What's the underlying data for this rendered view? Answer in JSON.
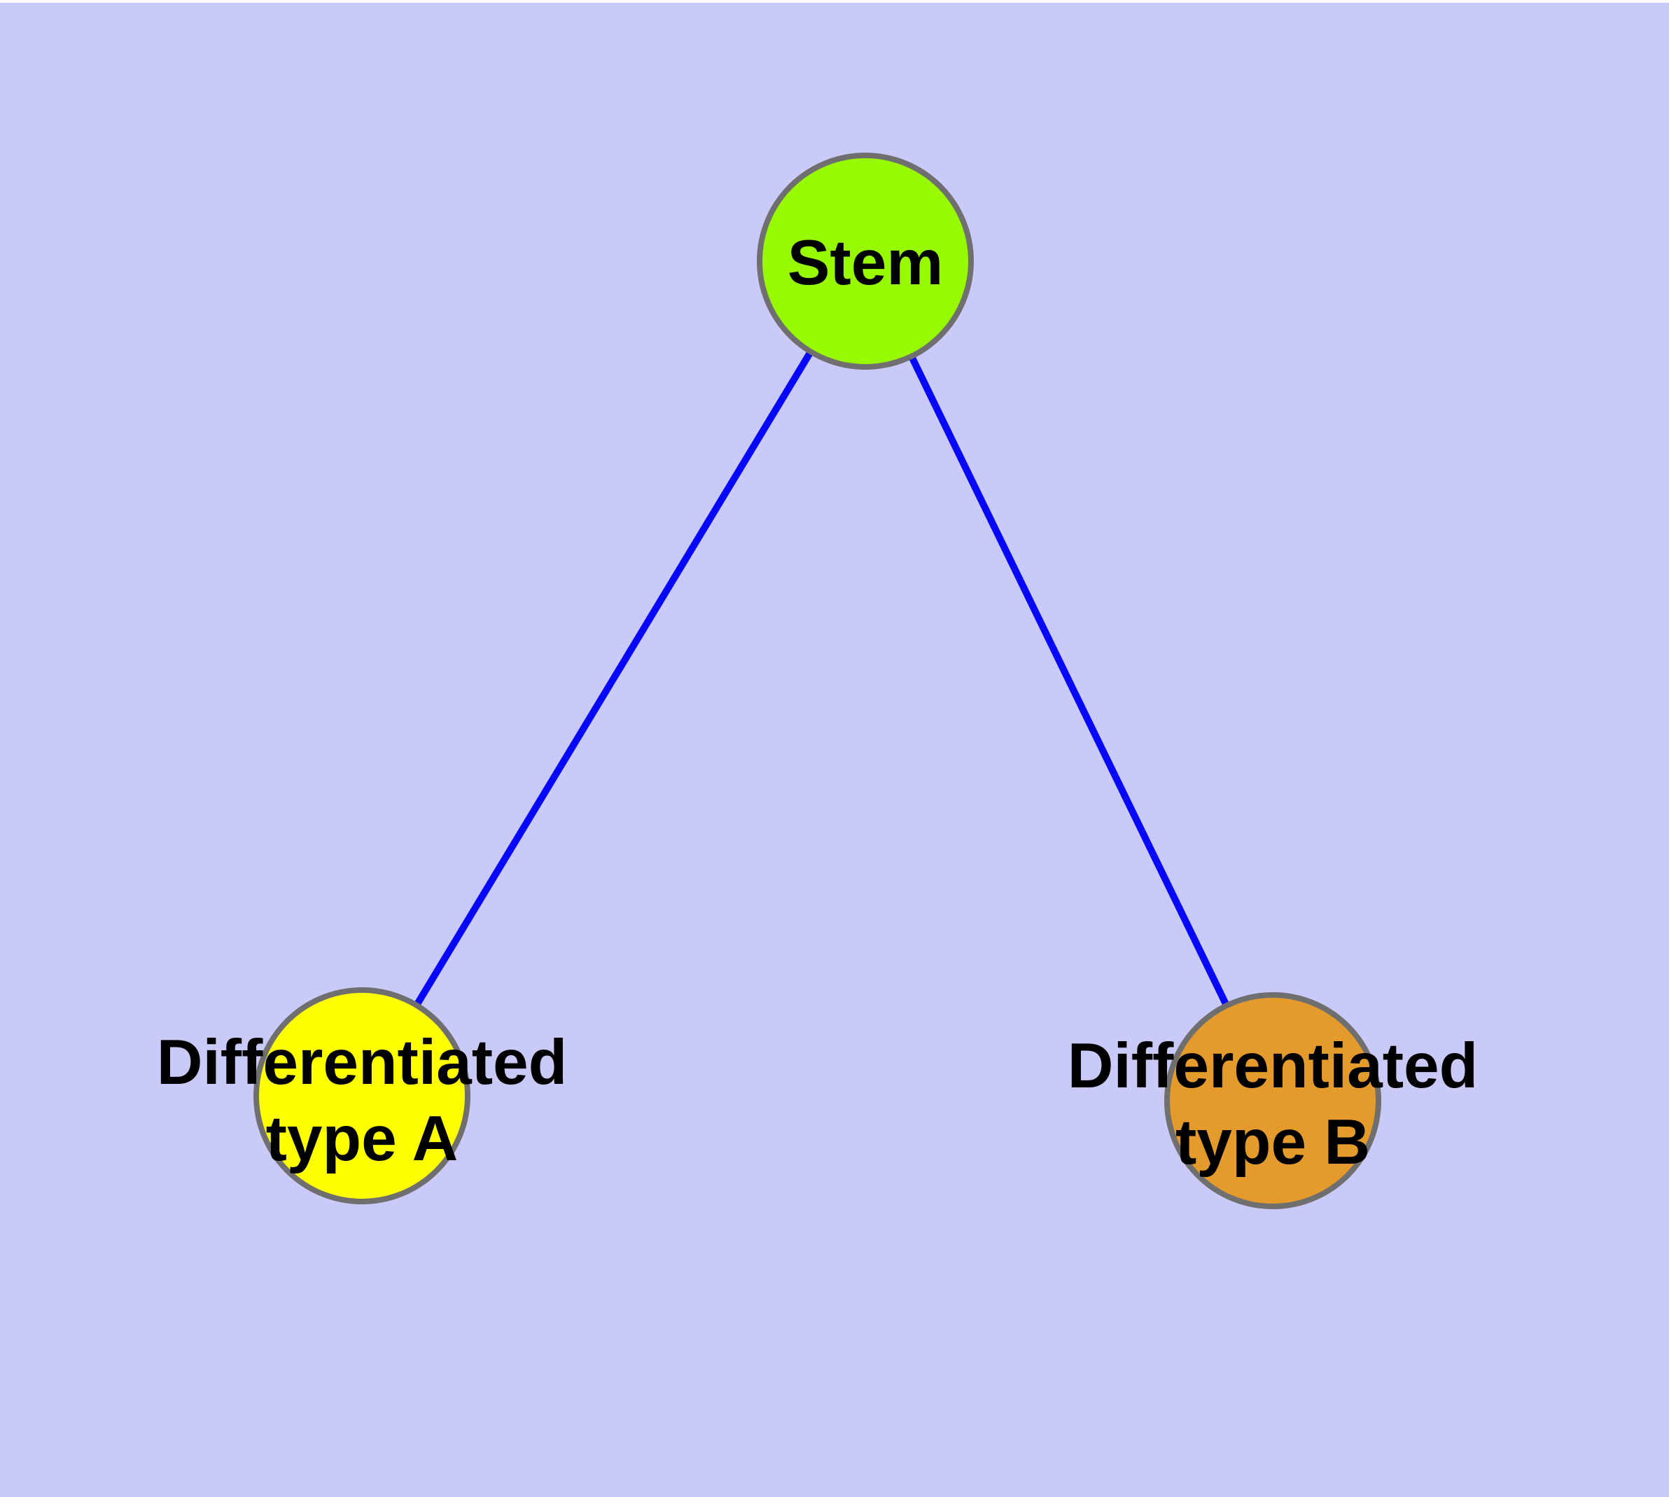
{
  "colors": {
    "background": "#CACAF8",
    "top_strip": "#FFFFFF",
    "edge": "#0606F9",
    "node_border": "#6F6F6F",
    "text": "#000000",
    "node_stem_fill": "#97FA00",
    "node_type_a_fill": "#FFFF00",
    "node_type_b_fill": "#E59B2B"
  },
  "nodes": {
    "stem": {
      "label": "Stem",
      "fill": "#97FA00"
    },
    "type_a": {
      "label_line1": "Differentiated",
      "label_line2": "type A",
      "fill": "#FFFF00"
    },
    "type_b": {
      "label_line1": "Differentiated",
      "label_line2": "type B",
      "fill": "#E59B2B"
    }
  },
  "edges": [
    {
      "from": "stem",
      "to": "type_a"
    },
    {
      "from": "stem",
      "to": "type_b"
    }
  ]
}
